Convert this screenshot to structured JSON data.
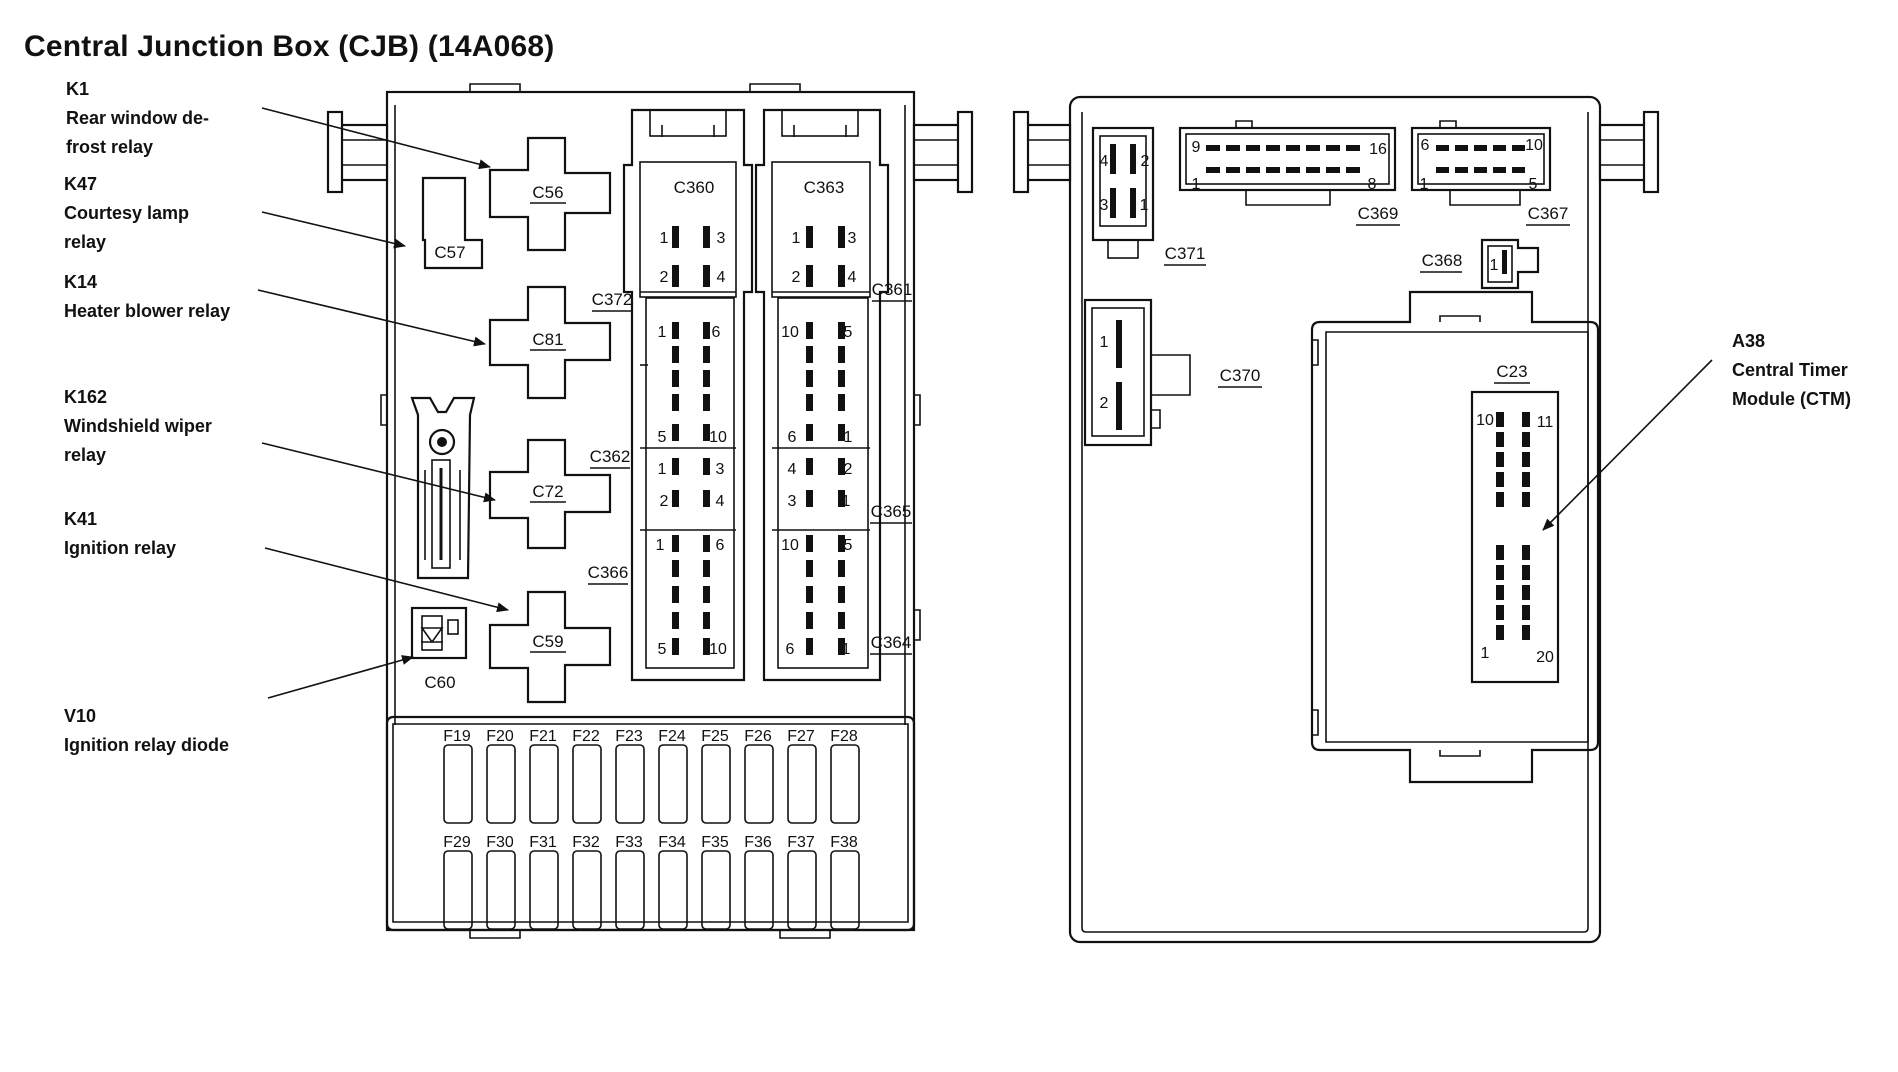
{
  "title": "Central Junction Box (CJB) (14A068)",
  "callouts": [
    {
      "id": "K1",
      "lines": [
        "K1",
        "Rear window de-",
        "frost relay"
      ]
    },
    {
      "id": "K47",
      "lines": [
        "K47",
        "Courtesy lamp",
        "relay"
      ]
    },
    {
      "id": "K14",
      "lines": [
        "K14",
        "Heater blower relay"
      ]
    },
    {
      "id": "K162",
      "lines": [
        "K162",
        "Windshield wiper",
        "relay"
      ]
    },
    {
      "id": "K41",
      "lines": [
        "K41",
        "Ignition relay"
      ]
    },
    {
      "id": "V10",
      "lines": [
        "V10",
        "Ignition relay diode"
      ]
    },
    {
      "id": "A38",
      "lines": [
        "A38",
        "Central Timer",
        "Module (CTM)"
      ]
    }
  ],
  "front_view": {
    "relays": {
      "c56": "C56",
      "c57": "C57",
      "c81": "C81",
      "c72": "C72",
      "c59": "C59",
      "c60": "C60"
    },
    "connectors": {
      "c360": "C360",
      "c363": "C363",
      "c372": "C372",
      "c361": "C361",
      "c362": "C362",
      "c365": "C365",
      "c366": "C366",
      "c364": "C364"
    },
    "pins": {
      "c360": [
        "1",
        "3",
        "2",
        "4"
      ],
      "c363": [
        "1",
        "3",
        "2",
        "4"
      ],
      "c372": [
        "1",
        "6",
        "5",
        "10"
      ],
      "c361": [
        "10",
        "5",
        "6",
        "1"
      ],
      "c362": [
        "1",
        "3",
        "2",
        "4"
      ],
      "c365": [
        "4",
        "2",
        "3",
        "1"
      ],
      "c366": [
        "1",
        "6",
        "5",
        "10"
      ],
      "c364": [
        "10",
        "5",
        "6",
        "1"
      ]
    },
    "fuses_row1": [
      "F19",
      "F20",
      "F21",
      "F22",
      "F23",
      "F24",
      "F25",
      "F26",
      "F27",
      "F28"
    ],
    "fuses_row2": [
      "F29",
      "F30",
      "F31",
      "F32",
      "F33",
      "F34",
      "F35",
      "F36",
      "F37",
      "F38"
    ]
  },
  "rear_view": {
    "connectors": {
      "c371": "C371",
      "c369": "C369",
      "c367": "C367",
      "c368": "C368",
      "c370": "C370",
      "c23": "C23"
    },
    "pins": {
      "c371": [
        "4",
        "2",
        "3",
        "1"
      ],
      "c369": [
        "9",
        "16",
        "1",
        "8"
      ],
      "c367": [
        "6",
        "10",
        "1",
        "5"
      ],
      "c368": [
        "1"
      ],
      "c370": [
        "1",
        "2"
      ],
      "c23": [
        "10",
        "11",
        "1",
        "20"
      ]
    }
  }
}
